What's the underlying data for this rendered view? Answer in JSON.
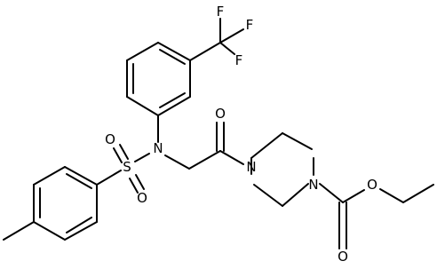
{
  "molecule": {
    "atom_labels": {
      "f1": "F",
      "f2": "F",
      "f3": "F",
      "s": "S",
      "o_s1": "O",
      "o_s2": "O",
      "n_sulfonamide": "N",
      "o_carbonyl": "O",
      "n_pip1": "N",
      "n_pip2": "N",
      "o_ester_alkyl": "O",
      "o_ester_carbonyl": "O"
    }
  },
  "colors": {
    "bond": "#000000",
    "label": "#000000",
    "background": "#ffffff"
  }
}
